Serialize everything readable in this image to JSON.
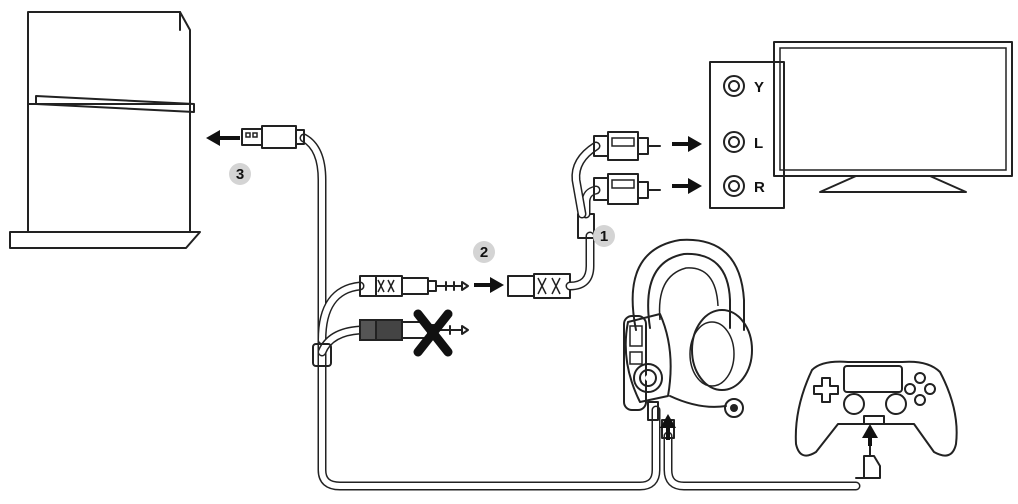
{
  "steps": {
    "usb": "3",
    "adapter": "2",
    "rca": "1"
  },
  "tv_ports": {
    "video": "Y",
    "left": "L",
    "right": "R"
  },
  "icons": {
    "console": "ps4-console-icon",
    "tv": "tv-icon",
    "headset": "gaming-headset-icon",
    "controller": "gamepad-icon",
    "unused_plug": "x-mark-icon"
  },
  "colors": {
    "line": "#222222",
    "badge": "#d4d4d4",
    "background": "#ffffff"
  }
}
